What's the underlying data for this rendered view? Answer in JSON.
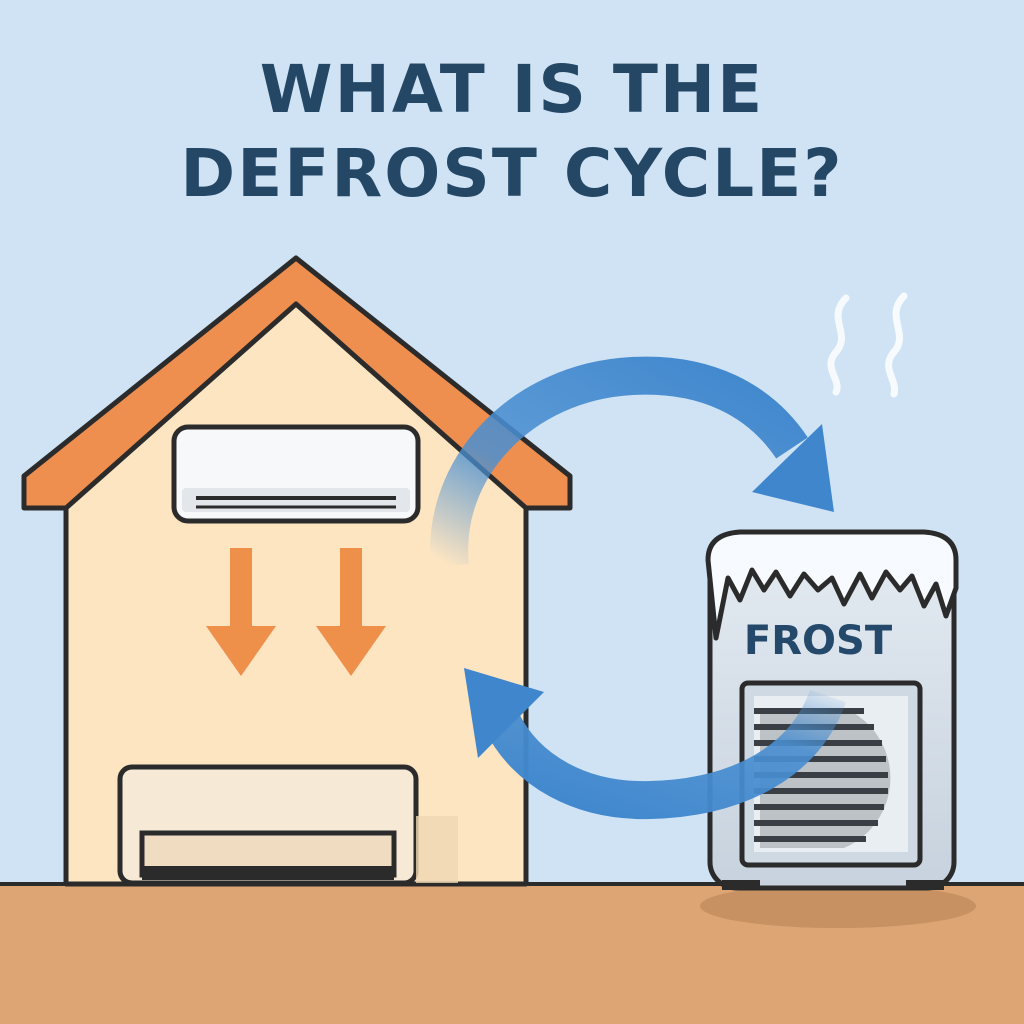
{
  "title": {
    "line1": "WHAT IS THE",
    "line2": "DEFROST CYCLE?"
  },
  "outdoor_unit": {
    "label": "FROST"
  },
  "colors": {
    "sky": "#cfe3f4",
    "title": "#244766",
    "roof": "#ef8f4f",
    "house_wall": "#fde5c2",
    "outline": "#2b2b2b",
    "ground": "#dda574",
    "arrow_blue": "#4a8fd1",
    "heat_arrow": "#ee8f4a",
    "unit_body": "#d7e0ea"
  },
  "icons": [
    "house",
    "indoor-ac-unit",
    "heat-down-arrow",
    "cycle-arrow",
    "outdoor-unit",
    "steam"
  ]
}
